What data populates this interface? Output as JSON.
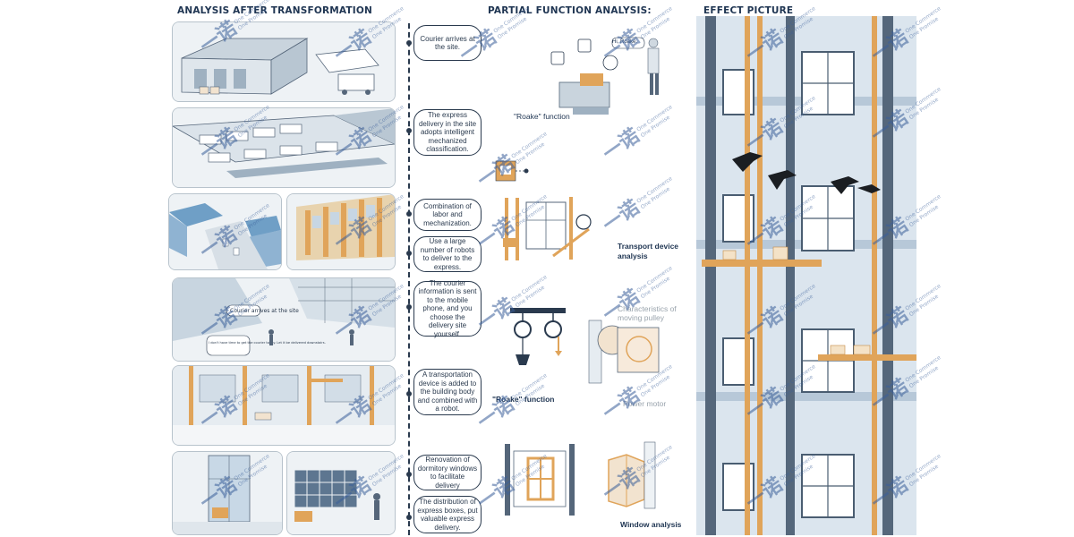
{
  "headers": {
    "left": "ANALYSIS AFTER TRANSFORMATION",
    "middle": "PARTIAL FUNCTION ANALYSIS:",
    "right": "EFFECT PICTURE"
  },
  "left_panels": {
    "scene4_callout1": "Courier arrives at the site",
    "scene4_callout2": "I don't have time to get the courier today. Let it be delivered downstairs."
  },
  "steps": [
    "Courier arrives at the site.",
    "The express delivery in the site adopts intelligent mechanized classification.",
    "Combination of labor and mechanization.",
    "Use a large number of robots to deliver to the express.",
    "The courier information is sent to the mobile phone, and you choose the delivery site yourself.",
    "A transportation device is added to the building body and combined with a robot.",
    "Renovation of dormitory windows to facilitate delivery",
    "The distribution of express boxes, put valuable express delivery."
  ],
  "labels": {
    "roake_function_1": "\"Roake\" function",
    "transport_device": "Transport device analysis",
    "moving_pulley": "Characteristics of moving pulley",
    "roake_function_2": "\"Roake\" function",
    "power_motor": "Power motor",
    "window_analysis": "Window analysis",
    "speech_bubble": "Hi, Roake."
  },
  "watermark": {
    "glyph": "一诺",
    "line1": "One Commerce",
    "line2": "One Promise"
  },
  "colors": {
    "navy": "#1f3552",
    "orange": "#e0a45a",
    "steel": "#8da2b5",
    "glass": "#c8d8e6",
    "watermark": "#3a5f9a"
  }
}
